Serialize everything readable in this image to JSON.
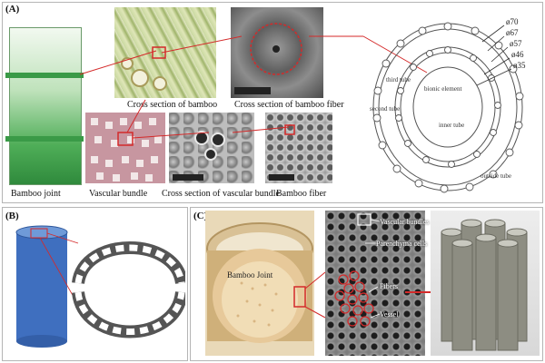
{
  "panel_a": {
    "label": "(A)",
    "captions": {
      "bamboo_joint": "Bamboo joint",
      "cross_section_bamboo": "Cross section of bamboo",
      "cross_section_fiber": "Cross section of bamboo fiber",
      "vascular_bundle": "Vascular bundle",
      "cross_section_vascular": "Cross section of vascular bundle",
      "bamboo_fiber": "Bamboo fiber"
    },
    "bionic_diagram": {
      "dimensions": [
        "ø70",
        "ø67",
        "ø57",
        "ø46",
        "ø35"
      ],
      "labels": {
        "bionic_element": "bionic element",
        "third_tube": "third tube",
        "second_tube": "second tube",
        "inner_tube": "inner tube",
        "outside_tube": "outside tube"
      }
    }
  },
  "panel_b": {
    "label": "(B)"
  },
  "panel_c": {
    "label": "(C)",
    "bamboo_joint_label": "Bamboo Joint",
    "annotations": [
      "Vascular bundles",
      "Parenchyma cells",
      "Fibers",
      "Vessel"
    ]
  },
  "colors": {
    "bamboo_green": "#3a9a47",
    "joint_band": "#2e8b3a",
    "cylinder_blue": "#3f6fbf",
    "highlight_red": "#d42a2a"
  }
}
